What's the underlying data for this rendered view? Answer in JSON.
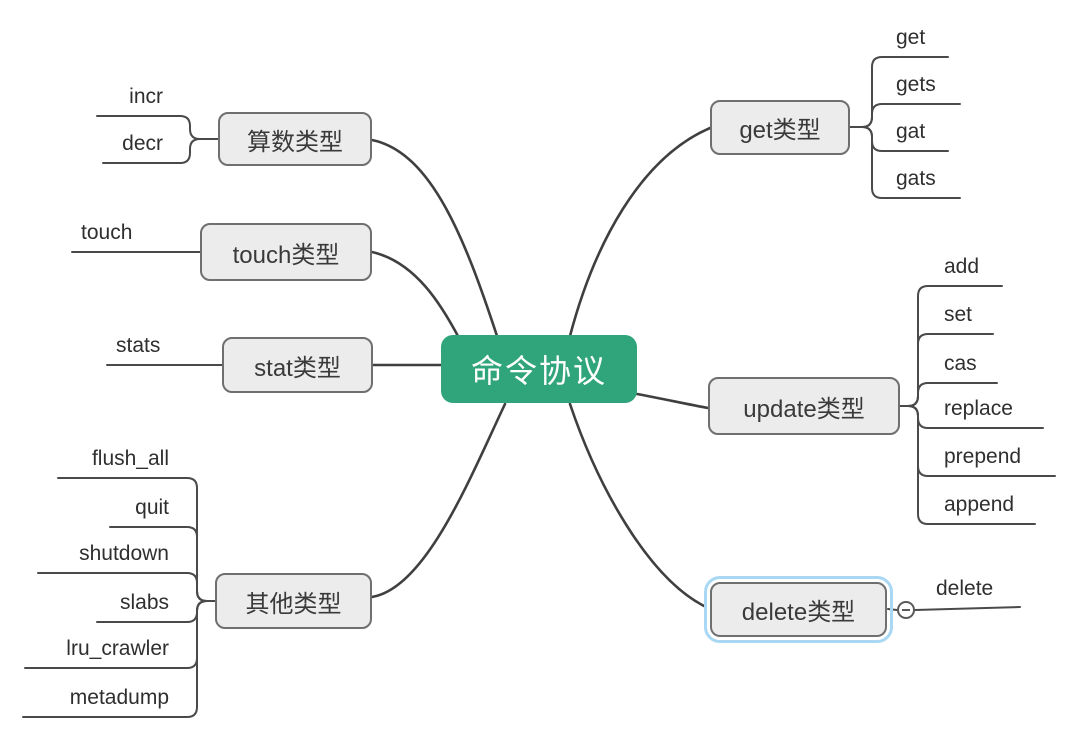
{
  "center": {
    "label": "命令协议"
  },
  "branches": [
    {
      "label": "算数类型",
      "children": [
        "incr",
        "decr"
      ]
    },
    {
      "label": "touch类型",
      "children": [
        "touch"
      ]
    },
    {
      "label": "stat类型",
      "children": [
        "stats"
      ]
    },
    {
      "label": "其他类型",
      "children": [
        "flush_all",
        "quit",
        "shutdown",
        "slabs",
        "lru_crawler",
        "metadump"
      ]
    },
    {
      "label": "get类型",
      "children": [
        "get",
        "gets",
        "gat",
        "gats"
      ]
    },
    {
      "label": "update类型",
      "children": [
        "add",
        "set",
        "cas",
        "replace",
        "prepend",
        "append"
      ]
    },
    {
      "label": "delete类型",
      "children": [
        "delete"
      ],
      "selected": true
    }
  ],
  "styles": {
    "center_fill": "#30a57c",
    "center_text": "#ffffff",
    "node_fill": "#ececec",
    "node_border": "#6f6f6f",
    "node_text": "#3a3a3a",
    "leaf_text": "#2f2f2f",
    "line": "#3f3f3f",
    "selection": "#a8d8f3"
  }
}
